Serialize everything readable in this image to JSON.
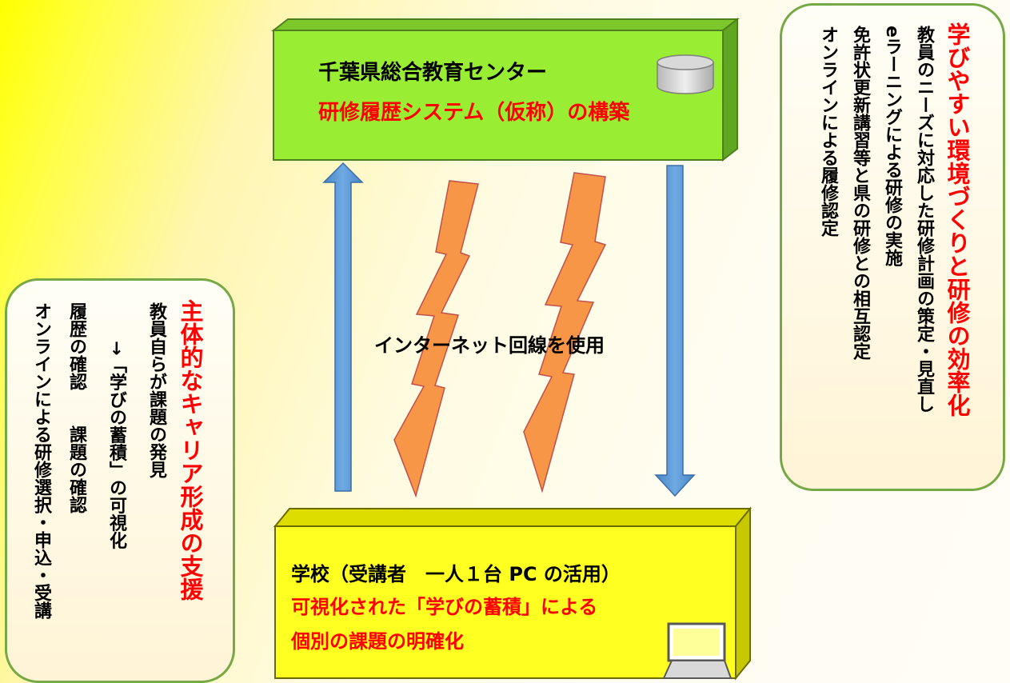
{
  "center": {
    "name": "千葉県総合教育センター",
    "project": "研修履歴システム（仮称）の構築"
  },
  "school": {
    "line1": "学校（受講者　一人１台 PC の活用）",
    "line2": "可視化された「学びの蓄積」による",
    "line3": "個別の課題の明確化"
  },
  "network_label": "インターネット回線を使用",
  "right_panel": {
    "title": "学びやすい環境づくりと研修の効率化",
    "items": [
      "教員のニーズに対応した研修計画の策定・見直し",
      "eラーニングによる研修の実施",
      "免許状更新講習等と県の研修との相互認定",
      "オンラインによる履修認定"
    ]
  },
  "left_panel": {
    "title": "主体的なキャリア形成の支援",
    "items": [
      "教員自らが課題の発見",
      "→「学びの蓄積」の可視化",
      "履歴の確認　　課題の確認",
      "オンラインによる研修選択・申込・受講"
    ]
  },
  "colors": {
    "accent_red": "#ff0000",
    "center_box": "#99ee33",
    "school_box": "#ffff22",
    "arrow_blue": "#5b9bd5",
    "bolt_orange": "#f79646",
    "panel_border": "#76a845"
  },
  "icons": [
    "database-icon",
    "laptop-icon",
    "up-arrow-icon",
    "down-arrow-icon",
    "lightning-bolt-icon"
  ]
}
